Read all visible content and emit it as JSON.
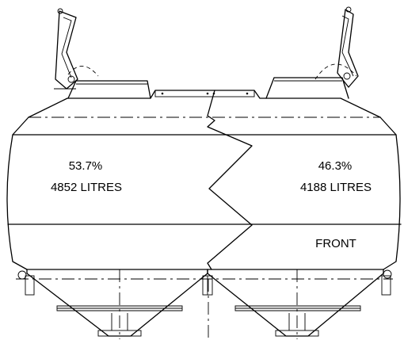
{
  "left_compartment": {
    "percent": "53.7%",
    "volume": "4852 LITRES"
  },
  "right_compartment": {
    "percent": "46.3%",
    "volume": "4188 LITRES"
  },
  "orientation_label": "FRONT"
}
